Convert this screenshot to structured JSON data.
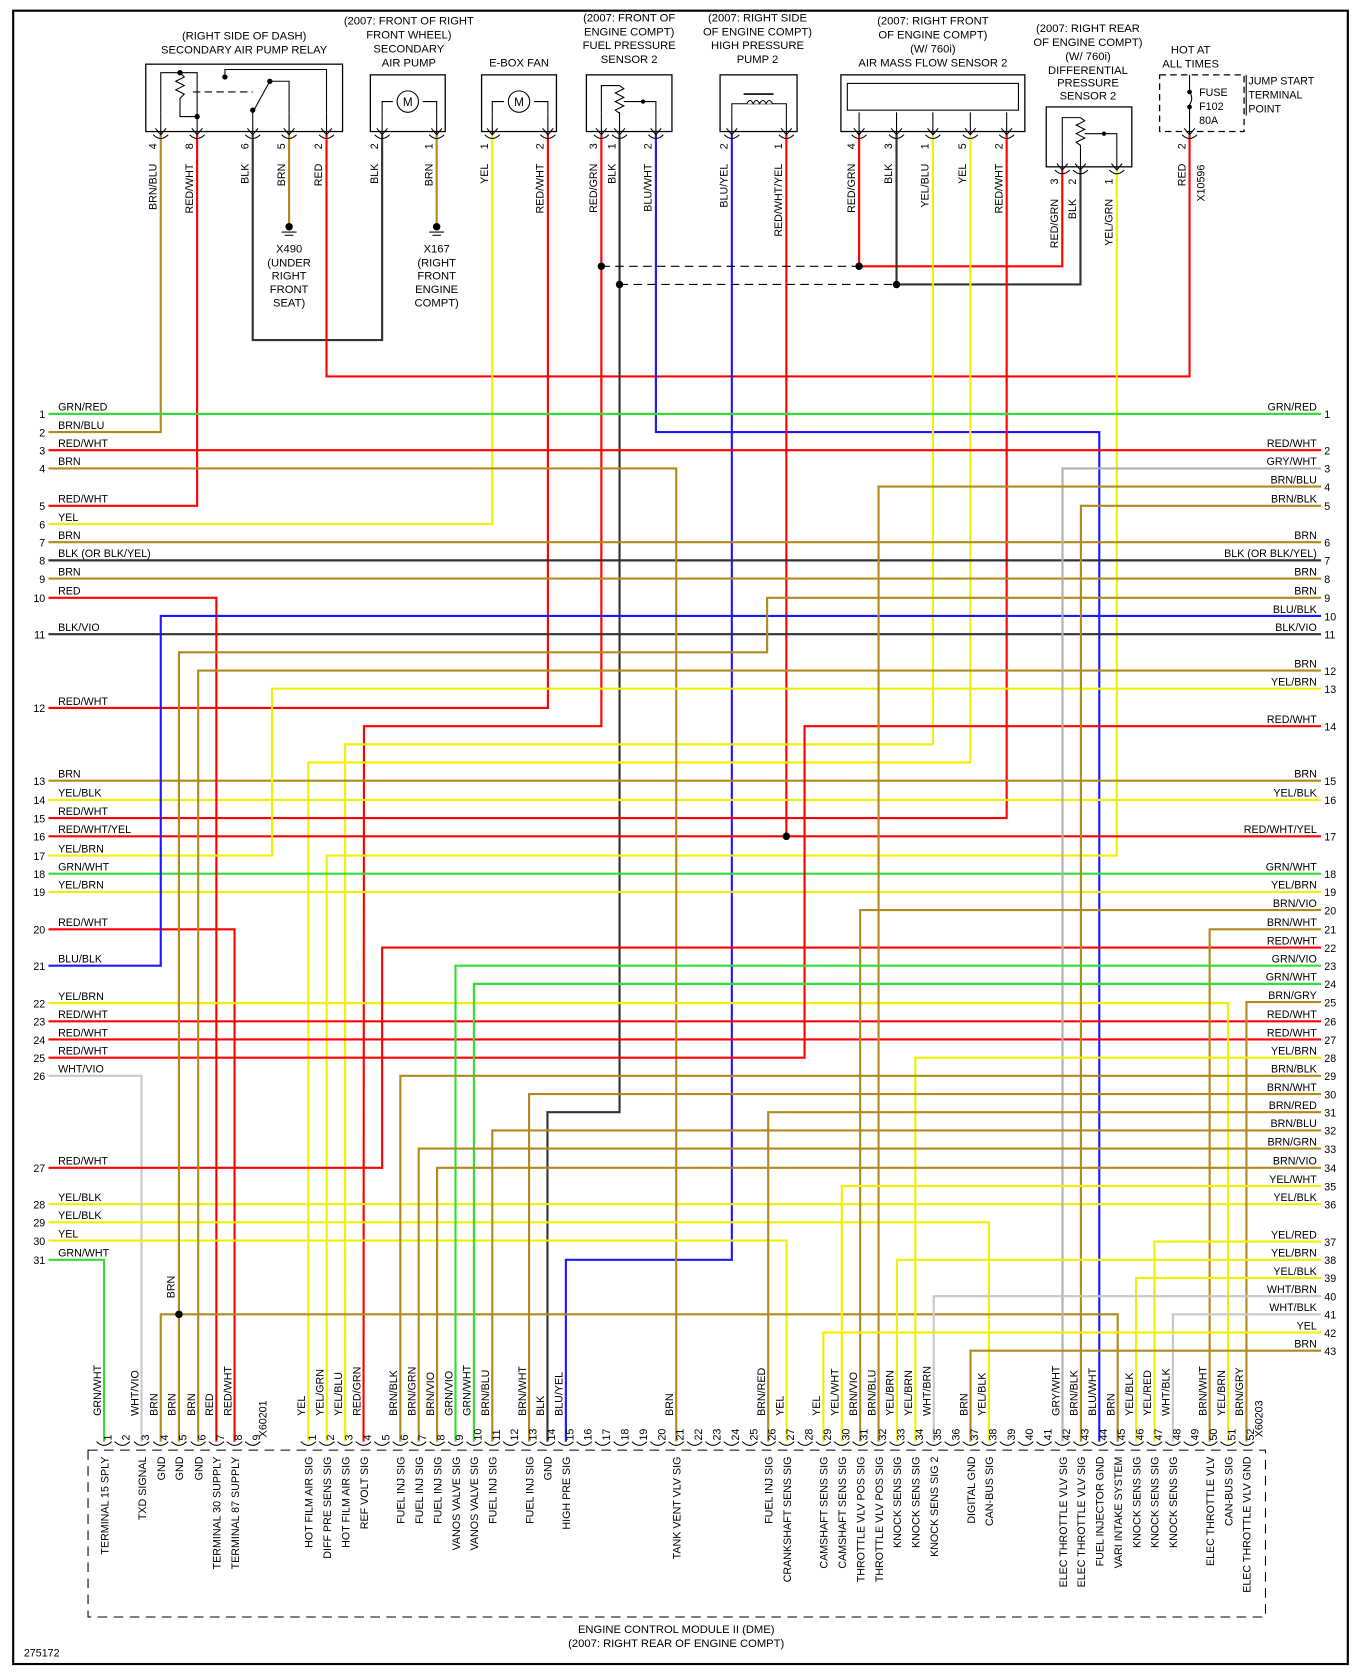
{
  "diagram_id": "275172",
  "components": {
    "relay": {
      "title": [
        "(RIGHT SIDE OF DASH)",
        "SECONDARY AIR PUMP RELAY"
      ],
      "pins": [
        {
          "num": "4",
          "wire": "BRN/BLU"
        },
        {
          "num": "8",
          "wire": "RED/WHT"
        },
        {
          "num": "6",
          "wire": "BLK"
        },
        {
          "num": "5",
          "wire": "BRN"
        },
        {
          "num": "2",
          "wire": "RED"
        }
      ]
    },
    "air_pump": {
      "title": [
        "(2007: FRONT OF RIGHT",
        "FRONT WHEEL)",
        "SECONDARY",
        "AIR PUMP"
      ],
      "symbol": "M",
      "pins": [
        {
          "num": "2",
          "wire": "BLK"
        },
        {
          "num": "1",
          "wire": "BRN"
        }
      ]
    },
    "ebox_fan": {
      "title": [
        "E-BOX FAN"
      ],
      "symbol": "M",
      "pins": [
        {
          "num": "1",
          "wire": "YEL"
        },
        {
          "num": "2",
          "wire": "RED/WHT"
        }
      ]
    },
    "fuel_pressure_sensor": {
      "title": [
        "(2007: FRONT OF",
        "ENGINE COMPT)",
        "FUEL PRESSURE",
        "SENSOR 2"
      ],
      "pins": [
        {
          "num": "3",
          "wire": "RED/GRN"
        },
        {
          "num": "1",
          "wire": "BLK"
        },
        {
          "num": "2",
          "wire": "BLU/WHT"
        }
      ]
    },
    "hp_pump": {
      "title": [
        "(2007: RIGHT SIDE",
        "OF ENGINE COMPT)",
        "HIGH PRESSURE",
        "PUMP 2"
      ],
      "pins": [
        {
          "num": "2",
          "wire": "BLU/YEL"
        },
        {
          "num": "1",
          "wire": "RED/WHT/YEL"
        }
      ]
    },
    "amfs": {
      "title": [
        "(2007: RIGHT FRONT",
        "OF ENGINE COMPT)",
        "(W/ 760i)",
        "AIR MASS FLOW SENSOR 2"
      ],
      "pins": [
        {
          "num": "4",
          "wire": "RED/GRN"
        },
        {
          "num": "3",
          "wire": "BLK"
        },
        {
          "num": "1",
          "wire": "YEL/BLU"
        },
        {
          "num": "5",
          "wire": "YEL"
        },
        {
          "num": "2",
          "wire": "RED/WHT"
        }
      ]
    },
    "diff_sensor": {
      "title": [
        "(2007: RIGHT REAR",
        "OF ENGINE COMPT)",
        "(W/ 760i)",
        "DIFFERENTIAL",
        "PRESSURE",
        "SENSOR 2"
      ],
      "pins": [
        {
          "num": "3",
          "wire": "RED/GRN"
        },
        {
          "num": "2",
          "wire": "BLK"
        },
        {
          "num": "1",
          "wire": "YEL/GRN"
        }
      ]
    },
    "fuse": {
      "title": [
        "HOT AT",
        "ALL TIMES"
      ],
      "fuse_lines": [
        "FUSE",
        "F102",
        "80A"
      ],
      "jump_start": [
        "JUMP START",
        "TERMINAL",
        "POINT"
      ],
      "connector": "X10596",
      "pins": [
        {
          "num": "2",
          "wire": "RED"
        }
      ]
    }
  },
  "grounds": [
    {
      "id": "X490",
      "location": [
        "(UNDER",
        "RIGHT",
        "FRONT",
        "SEAT)"
      ]
    },
    {
      "id": "X167",
      "location": [
        "(RIGHT",
        "FRONT",
        "ENGINE",
        "COMPT)"
      ]
    }
  ],
  "splice_label": "BRN",
  "left_rows": [
    {
      "num": "1",
      "wire": "GRN/RED"
    },
    {
      "num": "2",
      "wire": "BRN/BLU"
    },
    {
      "num": "3",
      "wire": "RED/WHT"
    },
    {
      "num": "4",
      "wire": "BRN"
    },
    {
      "num": "5",
      "wire": "RED/WHT"
    },
    {
      "num": "6",
      "wire": "YEL"
    },
    {
      "num": "7",
      "wire": "BRN"
    },
    {
      "num": "8",
      "wire": "BLK (OR BLK/YEL)"
    },
    {
      "num": "9",
      "wire": "BRN"
    },
    {
      "num": "10",
      "wire": "RED"
    },
    {
      "num": "11",
      "wire": "BLK/VIO"
    },
    {
      "num": "12",
      "wire": "RED/WHT"
    },
    {
      "num": "13",
      "wire": "BRN"
    },
    {
      "num": "14",
      "wire": "YEL/BLK"
    },
    {
      "num": "15",
      "wire": "RED/WHT"
    },
    {
      "num": "16",
      "wire": "RED/WHT/YEL"
    },
    {
      "num": "17",
      "wire": "YEL/BRN"
    },
    {
      "num": "18",
      "wire": "GRN/WHT"
    },
    {
      "num": "19",
      "wire": "YEL/BRN"
    },
    {
      "num": "20",
      "wire": "RED/WHT"
    },
    {
      "num": "21",
      "wire": "BLU/BLK"
    },
    {
      "num": "22",
      "wire": "YEL/BRN"
    },
    {
      "num": "23",
      "wire": "RED/WHT"
    },
    {
      "num": "24",
      "wire": "RED/WHT"
    },
    {
      "num": "25",
      "wire": "RED/WHT"
    },
    {
      "num": "26",
      "wire": "WHT/VIO"
    },
    {
      "num": "27",
      "wire": "RED/WHT"
    },
    {
      "num": "28",
      "wire": "YEL/BLK"
    },
    {
      "num": "29",
      "wire": "YEL/BLK"
    },
    {
      "num": "30",
      "wire": "YEL"
    },
    {
      "num": "31",
      "wire": "GRN/WHT"
    }
  ],
  "right_rows": [
    {
      "num": "1",
      "wire": "GRN/RED"
    },
    {
      "num": "2",
      "wire": "RED/WHT"
    },
    {
      "num": "3",
      "wire": "GRY/WHT"
    },
    {
      "num": "4",
      "wire": "BRN/BLU"
    },
    {
      "num": "5",
      "wire": "BRN/BLK"
    },
    {
      "num": "6",
      "wire": "BRN"
    },
    {
      "num": "7",
      "wire": "BLK (OR BLK/YEL)"
    },
    {
      "num": "8",
      "wire": "BRN"
    },
    {
      "num": "9",
      "wire": "BRN"
    },
    {
      "num": "10",
      "wire": "BLU/BLK"
    },
    {
      "num": "11",
      "wire": "BLK/VIO"
    },
    {
      "num": "12",
      "wire": "BRN"
    },
    {
      "num": "13",
      "wire": "YEL/BRN"
    },
    {
      "num": "14",
      "wire": "RED/WHT"
    },
    {
      "num": "15",
      "wire": "BRN"
    },
    {
      "num": "16",
      "wire": "YEL/BLK"
    },
    {
      "num": "17",
      "wire": "RED/WHT/YEL"
    },
    {
      "num": "18",
      "wire": "GRN/WHT"
    },
    {
      "num": "19",
      "wire": "YEL/BRN"
    },
    {
      "num": "20",
      "wire": "BRN/VIO"
    },
    {
      "num": "21",
      "wire": "BRN/WHT"
    },
    {
      "num": "22",
      "wire": "RED/WHT"
    },
    {
      "num": "23",
      "wire": "GRN/VIO"
    },
    {
      "num": "24",
      "wire": "GRN/WHT"
    },
    {
      "num": "25",
      "wire": "BRN/GRY"
    },
    {
      "num": "26",
      "wire": "RED/WHT"
    },
    {
      "num": "27",
      "wire": "RED/WHT"
    },
    {
      "num": "28",
      "wire": "YEL/BRN"
    },
    {
      "num": "29",
      "wire": "BRN/BLK"
    },
    {
      "num": "30",
      "wire": "BRN/WHT"
    },
    {
      "num": "31",
      "wire": "BRN/RED"
    },
    {
      "num": "32",
      "wire": "BRN/BLU"
    },
    {
      "num": "33",
      "wire": "BRN/GRN"
    },
    {
      "num": "34",
      "wire": "BRN/VIO"
    },
    {
      "num": "35",
      "wire": "YEL/WHT"
    },
    {
      "num": "36",
      "wire": "YEL/BLK"
    },
    {
      "num": "37",
      "wire": "YEL/RED"
    },
    {
      "num": "38",
      "wire": "YEL/BRN"
    },
    {
      "num": "39",
      "wire": "YEL/BLK"
    },
    {
      "num": "40",
      "wire": "WHT/BRN"
    },
    {
      "num": "41",
      "wire": "WHT/BLK"
    },
    {
      "num": "42",
      "wire": "YEL"
    },
    {
      "num": "43",
      "wire": "BRN"
    }
  ],
  "ecm": {
    "title": "ENGINE CONTROL MODULE II (DME)",
    "location": "(2007: RIGHT REAR OF ENGINE COMPT)",
    "connector_a": {
      "id": "X60201",
      "pins": [
        {
          "num": "1",
          "wire": "GRN/WHT",
          "func": "TERMINAL 15 SPLY"
        },
        {
          "num": "2",
          "wire": "",
          "func": ""
        },
        {
          "num": "3",
          "wire": "WHT/VIO",
          "func": "TXD SIGNAL"
        },
        {
          "num": "4",
          "wire": "BRN",
          "func": "GND"
        },
        {
          "num": "5",
          "wire": "BRN",
          "func": "GND"
        },
        {
          "num": "6",
          "wire": "BRN",
          "func": "GND"
        },
        {
          "num": "7",
          "wire": "RED",
          "func": "TERMINAL 30 SUPPLY"
        },
        {
          "num": "8",
          "wire": "RED/WHT",
          "func": "TERMINAL 87 SUPPLY"
        },
        {
          "num": "9",
          "wire": "",
          "func": ""
        }
      ]
    },
    "connector_b": {
      "id": "X60203",
      "pins": [
        {
          "num": "1",
          "wire": "YEL",
          "func": "HOT FILM AIR SIG"
        },
        {
          "num": "2",
          "wire": "YEL/GRN",
          "func": "DIFF PRE SENS SIG"
        },
        {
          "num": "3",
          "wire": "YEL/BLU",
          "func": "HOT FILM AIR SIG"
        },
        {
          "num": "4",
          "wire": "RED/GRN",
          "func": "REF VOLT SIG"
        },
        {
          "num": "5",
          "wire": "",
          "func": ""
        },
        {
          "num": "6",
          "wire": "BRN/BLK",
          "func": "FUEL INJ SIG"
        },
        {
          "num": "7",
          "wire": "BRN/GRN",
          "func": "FUEL INJ SIG"
        },
        {
          "num": "8",
          "wire": "BRN/VIO",
          "func": "FUEL INJ SIG"
        },
        {
          "num": "9",
          "wire": "GRN/VIO",
          "func": "VANOS VALVE SIG"
        },
        {
          "num": "10",
          "wire": "GRN/WHT",
          "func": "VANOS VALVE SIG"
        },
        {
          "num": "11",
          "wire": "BRN/BLU",
          "func": "FUEL INJ SIG"
        },
        {
          "num": "12",
          "wire": "",
          "func": ""
        },
        {
          "num": "13",
          "wire": "BRN/WHT",
          "func": "FUEL INJ SIG"
        },
        {
          "num": "14",
          "wire": "BLK",
          "func": "GND"
        },
        {
          "num": "15",
          "wire": "BLU/YEL",
          "func": "HIGH PRE SIG"
        },
        {
          "num": "16",
          "wire": "",
          "func": ""
        },
        {
          "num": "17",
          "wire": "",
          "func": ""
        },
        {
          "num": "18",
          "wire": "",
          "func": ""
        },
        {
          "num": "19",
          "wire": "",
          "func": ""
        },
        {
          "num": "20",
          "wire": "",
          "func": ""
        },
        {
          "num": "21",
          "wire": "BRN",
          "func": "TANK VENT VLV SIG"
        },
        {
          "num": "22",
          "wire": "",
          "func": ""
        },
        {
          "num": "23",
          "wire": "",
          "func": ""
        },
        {
          "num": "24",
          "wire": "",
          "func": ""
        },
        {
          "num": "25",
          "wire": "",
          "func": ""
        },
        {
          "num": "26",
          "wire": "BRN/RED",
          "func": "FUEL INJ SIG"
        },
        {
          "num": "27",
          "wire": "YEL",
          "func": "CRANKSHAFT SENS SIG"
        },
        {
          "num": "28",
          "wire": "",
          "func": ""
        },
        {
          "num": "29",
          "wire": "YEL",
          "func": "CAMSHAFT SENS SIG"
        },
        {
          "num": "30",
          "wire": "YEL/WHT",
          "func": "CAMSHAFT SENS SIG"
        },
        {
          "num": "31",
          "wire": "BRN/VIO",
          "func": "THROTTLE VLV POS SIG"
        },
        {
          "num": "32",
          "wire": "BRN/BLU",
          "func": "THROTTLE VLV POS SIG"
        },
        {
          "num": "33",
          "wire": "YEL/BRN",
          "func": "KNOCK SENS SIG"
        },
        {
          "num": "34",
          "wire": "YEL/BRN",
          "func": "KNOCK SENS SIG"
        },
        {
          "num": "35",
          "wire": "WHT/BRN",
          "func": "KNOCK SENS SIG 2"
        },
        {
          "num": "36",
          "wire": "",
          "func": ""
        },
        {
          "num": "37",
          "wire": "BRN",
          "func": "DIGITAL GND"
        },
        {
          "num": "38",
          "wire": "YEL/BLK",
          "func": "CAN-BUS SIG"
        },
        {
          "num": "39",
          "wire": "",
          "func": ""
        },
        {
          "num": "40",
          "wire": "",
          "func": ""
        },
        {
          "num": "41",
          "wire": "",
          "func": ""
        },
        {
          "num": "42",
          "wire": "GRY/WHT",
          "func": "ELEC THROTTLE VLV SIG"
        },
        {
          "num": "43",
          "wire": "BRN/BLK",
          "func": "ELEC THROTTLE VLV SIG"
        },
        {
          "num": "44",
          "wire": "BLU/WHT",
          "func": "FUEL INJECTOR GND"
        },
        {
          "num": "45",
          "wire": "BRN",
          "func": "VARI INTAKE SYSTEM"
        },
        {
          "num": "46",
          "wire": "YEL/BLK",
          "func": "KNOCK SENS SIG"
        },
        {
          "num": "47",
          "wire": "YEL/RED",
          "func": "KNOCK SENS SIG"
        },
        {
          "num": "48",
          "wire": "WHT/BLK",
          "func": "KNOCK SENS SIG"
        },
        {
          "num": "49",
          "wire": "",
          "func": ""
        },
        {
          "num": "50",
          "wire": "BRN/WHT",
          "func": "ELEC THROTTLE VLV"
        },
        {
          "num": "51",
          "wire": "YEL/BRN",
          "func": "CAN-BUS SIG"
        },
        {
          "num": "52",
          "wire": "BRN/GRY",
          "func": "ELEC THROTTLE VLV GND"
        }
      ]
    }
  },
  "wire_colors": {
    "BRN": "#b08a1e",
    "RED": "#ff0000",
    "YEL": "#f0f000",
    "BLK": "#333333",
    "BLU": "#1a1aff",
    "GRN": "#33dd33",
    "WHT": "#c8c8c8",
    "GRY": "#b0b0b0",
    "VIO": "#dd55dd"
  }
}
